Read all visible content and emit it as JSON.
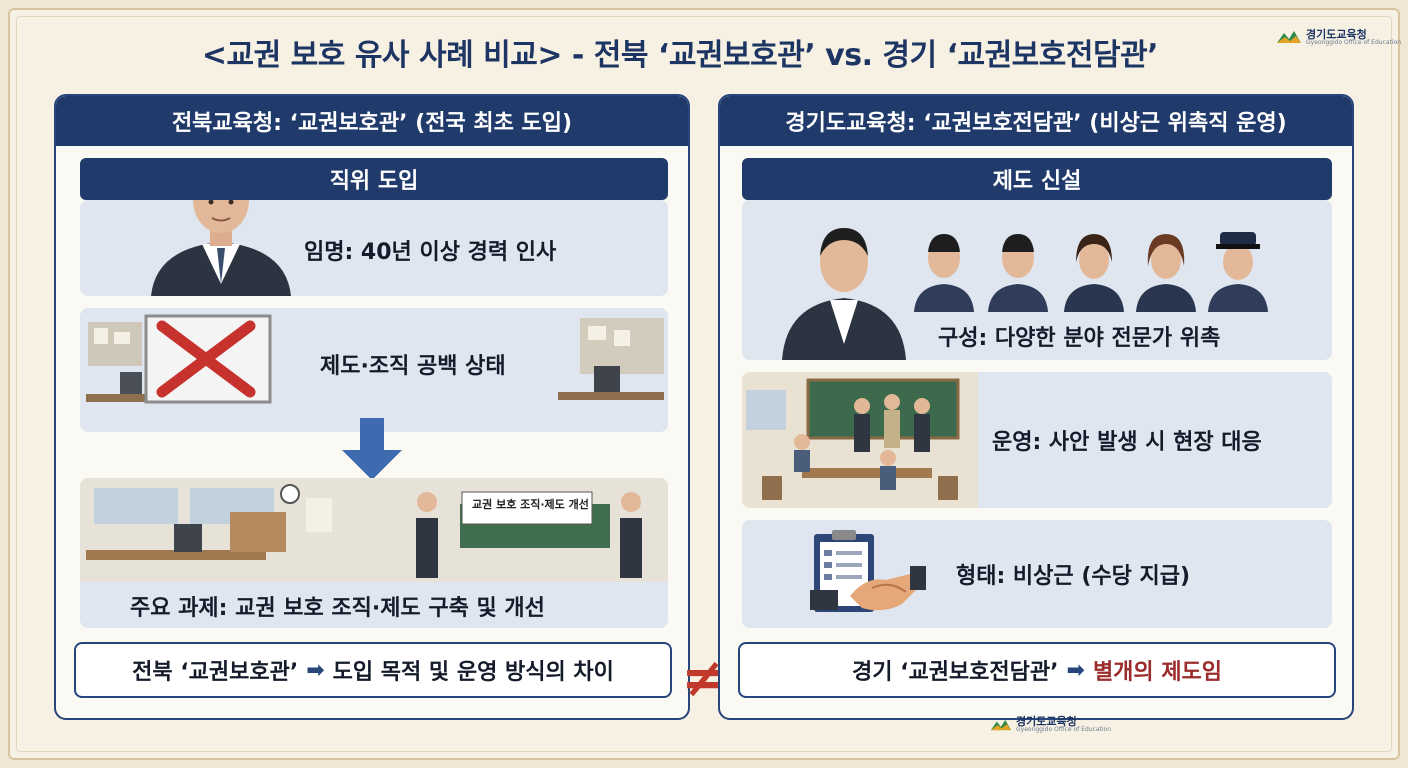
{
  "title": "<교권 보호 유사 사례 비교> - 전북 ‘교권보호관’ vs. 경기 ‘교권보호전담관’",
  "logo": {
    "name": "경기도교육청",
    "sub": "Gyeonggido Office of Education"
  },
  "left": {
    "header": "전북교육청: ‘교권보호관’ (전국 최초 도입)",
    "section": "직위 도입",
    "card1": "임명: 40년 이상 경력 인사",
    "card2": "제도·조직 공백 상태",
    "banner": "교권 보호 조직·제도 개선",
    "card3": "주요 과제: 교권 보호 조직·제도 구축 및 개선",
    "conclusion": {
      "part1": "전북 ‘교권보호관’",
      "arrow": "➡",
      "part2": "도입 목적 및 운영 방식의 차이"
    }
  },
  "neq": "≠",
  "right": {
    "header": "경기도교육청: ‘교권보호전담관’ (비상근 위촉직 운영)",
    "section": "제도 신설",
    "card1": "구성: 다양한 분야 전문가 위촉",
    "card2": "운영: 사안 발생 시 현장 대응",
    "card3": "형태: 비상근 (수당 지급)",
    "conclusion": {
      "part1": "경기 ‘교권보호전담관’",
      "arrow": "➡",
      "part2": "별개의 제도임"
    }
  },
  "colors": {
    "navy": "#1f3a6b",
    "accent_red": "#c0392b",
    "card_bg": "#dfe6ef",
    "cream": "#f7f1e4"
  }
}
